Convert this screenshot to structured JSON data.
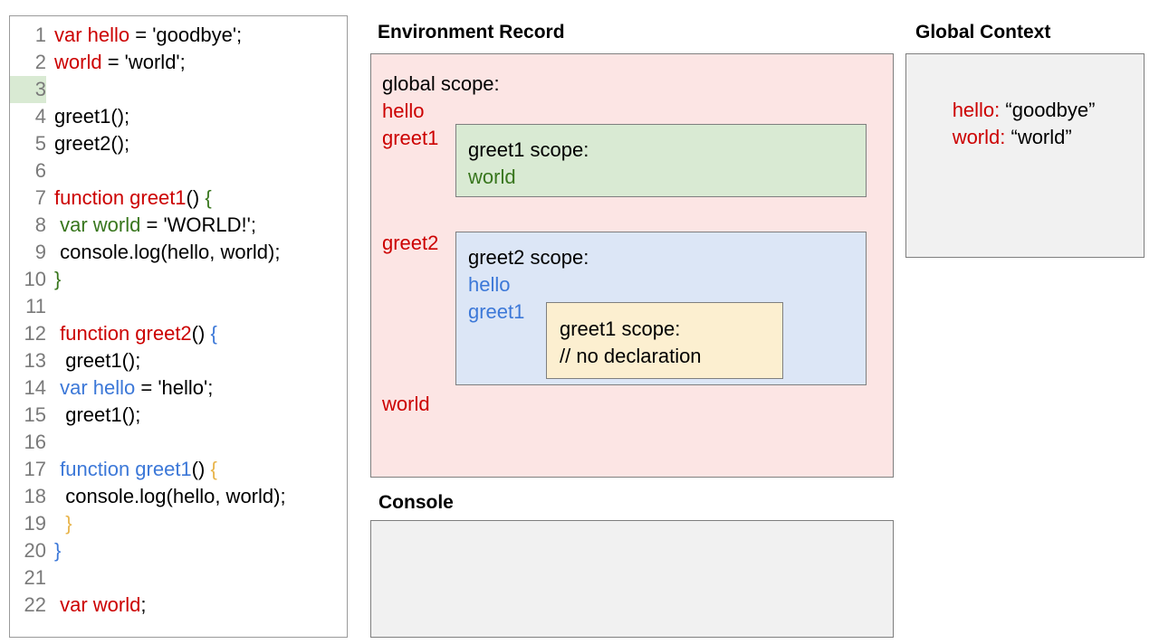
{
  "code_panel": {
    "lines": [
      {
        "num": "1",
        "highlight": false,
        "tokens": [
          {
            "t": "var hello",
            "c": "red"
          },
          {
            "t": " = 'goodbye';",
            "c": "black"
          }
        ]
      },
      {
        "num": "2",
        "highlight": false,
        "tokens": [
          {
            "t": "world",
            "c": "red"
          },
          {
            "t": " = 'world';",
            "c": "black"
          }
        ]
      },
      {
        "num": "3",
        "highlight": true,
        "tokens": []
      },
      {
        "num": "4",
        "highlight": false,
        "tokens": [
          {
            "t": "greet1();",
            "c": "black"
          }
        ]
      },
      {
        "num": "5",
        "highlight": false,
        "tokens": [
          {
            "t": "greet2();",
            "c": "black"
          }
        ]
      },
      {
        "num": "6",
        "highlight": false,
        "tokens": []
      },
      {
        "num": "7",
        "highlight": false,
        "tokens": [
          {
            "t": "function greet1",
            "c": "red"
          },
          {
            "t": "() ",
            "c": "black"
          },
          {
            "t": "{",
            "c": "green"
          }
        ]
      },
      {
        "num": "8",
        "highlight": false,
        "tokens": [
          {
            "t": " ",
            "c": "black"
          },
          {
            "t": "var world",
            "c": "green"
          },
          {
            "t": " = 'WORLD!';",
            "c": "black"
          }
        ]
      },
      {
        "num": "9",
        "highlight": false,
        "tokens": [
          {
            "t": " console.log(hello, world);",
            "c": "black"
          }
        ]
      },
      {
        "num": "10",
        "highlight": false,
        "tokens": [
          {
            "t": "}",
            "c": "green"
          }
        ]
      },
      {
        "num": "11",
        "highlight": false,
        "tokens": []
      },
      {
        "num": "12",
        "highlight": false,
        "tokens": [
          {
            "t": " ",
            "c": "black"
          },
          {
            "t": "function greet2",
            "c": "red"
          },
          {
            "t": "() ",
            "c": "black"
          },
          {
            "t": "{",
            "c": "blue"
          }
        ]
      },
      {
        "num": "13",
        "highlight": false,
        "tokens": [
          {
            "t": "  greet1();",
            "c": "black"
          }
        ]
      },
      {
        "num": "14",
        "highlight": false,
        "tokens": [
          {
            "t": " ",
            "c": "black"
          },
          {
            "t": "var hello",
            "c": "blue"
          },
          {
            "t": " = 'hello';",
            "c": "black"
          }
        ]
      },
      {
        "num": "15",
        "highlight": false,
        "tokens": [
          {
            "t": "  greet1();",
            "c": "black"
          }
        ]
      },
      {
        "num": "16",
        "highlight": false,
        "tokens": []
      },
      {
        "num": "17",
        "highlight": false,
        "tokens": [
          {
            "t": " ",
            "c": "black"
          },
          {
            "t": "function greet1",
            "c": "blue"
          },
          {
            "t": "() ",
            "c": "black"
          },
          {
            "t": "{",
            "c": "gold"
          }
        ]
      },
      {
        "num": "18",
        "highlight": false,
        "tokens": [
          {
            "t": "  console.log(hello, world);",
            "c": "black"
          }
        ]
      },
      {
        "num": "19",
        "highlight": false,
        "tokens": [
          {
            "t": "  ",
            "c": "black"
          },
          {
            "t": "}",
            "c": "gold"
          }
        ]
      },
      {
        "num": "20",
        "highlight": false,
        "tokens": [
          {
            "t": "}",
            "c": "blue"
          }
        ]
      },
      {
        "num": "21",
        "highlight": false,
        "tokens": []
      },
      {
        "num": "22",
        "highlight": false,
        "tokens": [
          {
            "t": " ",
            "c": "black"
          },
          {
            "t": "var world",
            "c": "red"
          },
          {
            "t": ";",
            "c": "black"
          }
        ]
      }
    ]
  },
  "environment_record": {
    "title": "Environment Record",
    "global_scope_label": "global scope:",
    "bindings": {
      "hello": "hello",
      "greet1": "greet1",
      "greet2": "greet2",
      "world": "world"
    },
    "greet1_scope": {
      "title": "greet1 scope:",
      "binding_world": "world"
    },
    "greet2_scope": {
      "title": "greet2 scope:",
      "binding_hello": "hello",
      "binding_greet1": "greet1",
      "inner_greet1_scope": {
        "title": "greet1 scope:",
        "note": "// no declaration"
      }
    }
  },
  "global_context": {
    "title": "Global Context",
    "entries": [
      {
        "key": "hello:",
        "value": " “goodbye”"
      },
      {
        "key": "world:",
        "value": " “world”"
      }
    ]
  },
  "console": {
    "title": "Console",
    "output": ""
  },
  "colors": {
    "red": "#cc0000",
    "green": "#38761d",
    "blue": "#3c78d8",
    "gold": "#e8b44a",
    "er_bg": "#fce5e4",
    "greet1_bg": "#d9ead3",
    "greet2_bg": "#dce6f6",
    "inner_bg": "#fcefd0",
    "panel_bg": "#f1f1f1",
    "border": "#7f7f7f",
    "line_highlight": "#d9ead3"
  }
}
